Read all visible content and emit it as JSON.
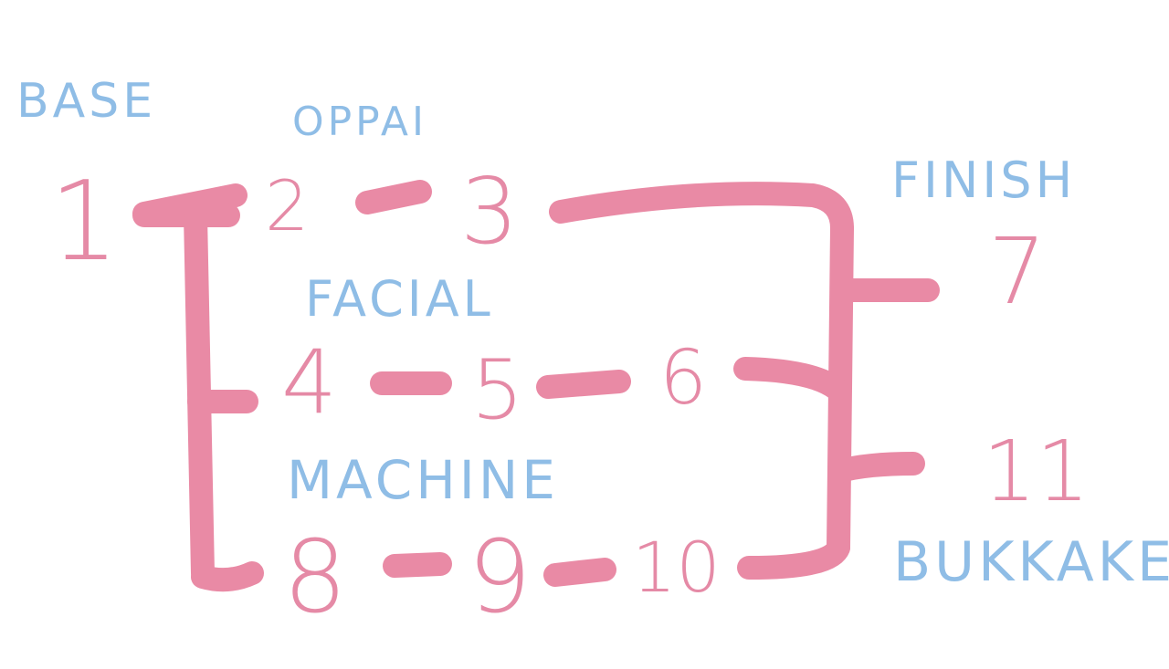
{
  "colors": {
    "label": "#8fbde6",
    "node": "#e58aa6",
    "connector": "#e98aa5",
    "background": "#ffffff"
  },
  "labels": {
    "base": "BASE",
    "oppai": "OPPAI",
    "facial": "FACIAL",
    "machine": "MACHINE",
    "finish": "FINISH",
    "bukkake": "BUKKAKE"
  },
  "nodes": {
    "n1": "1",
    "n2": "2",
    "n3": "3",
    "n4": "4",
    "n5": "5",
    "n6": "6",
    "n7": "7",
    "n8": "8",
    "n9": "9",
    "n10": "10",
    "n11": "11"
  }
}
